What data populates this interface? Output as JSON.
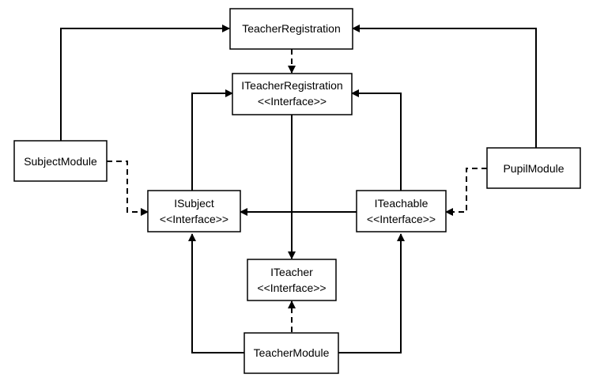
{
  "nodes": {
    "teacher_registration": {
      "lines": [
        "TeacherRegistration"
      ]
    },
    "iteacher_registration": {
      "lines": [
        "ITeacherRegistration",
        "<<Interface>>"
      ]
    },
    "subject_module": {
      "lines": [
        "SubjectModule"
      ]
    },
    "pupil_module": {
      "lines": [
        "PupilModule"
      ]
    },
    "isubject": {
      "lines": [
        "ISubject",
        "<<Interface>>"
      ]
    },
    "iteachable": {
      "lines": [
        "ITeachable",
        "<<Interface>>"
      ]
    },
    "iteacher": {
      "lines": [
        "ITeacher",
        "<<Interface>>"
      ]
    },
    "teacher_module": {
      "lines": [
        "TeacherModule"
      ]
    }
  },
  "colors": {
    "stroke": "#000000",
    "background": "#ffffff"
  }
}
